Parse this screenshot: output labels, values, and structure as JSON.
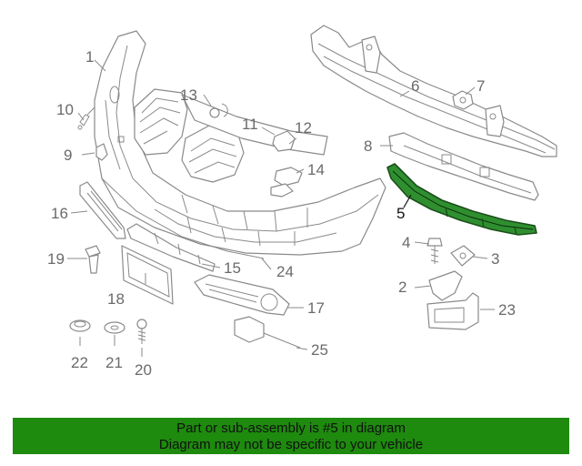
{
  "diagram": {
    "callouts": [
      {
        "id": "1",
        "text": "1"
      },
      {
        "id": "2",
        "text": "2"
      },
      {
        "id": "3",
        "text": "3"
      },
      {
        "id": "4",
        "text": "4"
      },
      {
        "id": "5",
        "text": "5"
      },
      {
        "id": "6",
        "text": "6"
      },
      {
        "id": "7",
        "text": "7"
      },
      {
        "id": "8",
        "text": "8"
      },
      {
        "id": "9",
        "text": "9"
      },
      {
        "id": "10",
        "text": "10"
      },
      {
        "id": "11",
        "text": "11"
      },
      {
        "id": "12",
        "text": "12"
      },
      {
        "id": "13",
        "text": "13"
      },
      {
        "id": "14",
        "text": "14"
      },
      {
        "id": "15",
        "text": "15"
      },
      {
        "id": "16",
        "text": "16"
      },
      {
        "id": "17",
        "text": "17"
      },
      {
        "id": "18",
        "text": "18"
      },
      {
        "id": "19",
        "text": "19"
      },
      {
        "id": "20",
        "text": "20"
      },
      {
        "id": "21",
        "text": "21"
      },
      {
        "id": "22",
        "text": "22"
      },
      {
        "id": "23",
        "text": "23"
      },
      {
        "id": "24",
        "text": "24"
      },
      {
        "id": "25",
        "text": "25"
      }
    ],
    "highlighted_part": "5",
    "highlight_color": "#1b4f1b",
    "line_color": "#8a8a8a"
  },
  "banner": {
    "line1": "Part or sub-assembly is #5 in diagram",
    "line2": "Diagram may not be specific to your vehicle",
    "background": "#1e8a0e"
  }
}
